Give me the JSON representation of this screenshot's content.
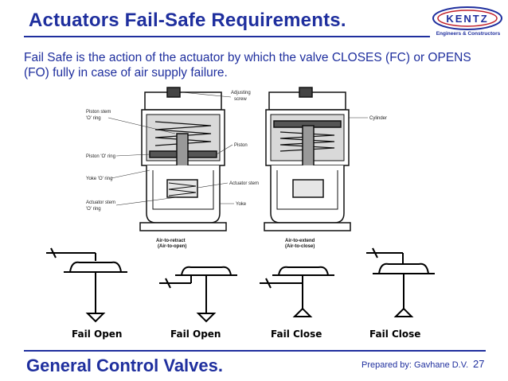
{
  "slide": {
    "title": "Actuators Fail-Safe Requirements.",
    "intro": "Fail Safe is the action of the actuator by which the valve CLOSES (FC) or OPENS (FO) fully in case of air supply failure.",
    "footer_title": "General Control Valves.",
    "prepared_by": "Prepared by: Gavhane D.V.",
    "page_number": "27"
  },
  "logo": {
    "brand": "KENTZ",
    "tagline": "Engineers & Constructors"
  },
  "figure": {
    "labels_left": {
      "piston_stem_o_ring_1": "Piston stem",
      "piston_stem_o_ring_2": "'O' ring",
      "piston_o_ring": "Piston 'O' ring",
      "yoke_o_ring": "Yoke 'O' ring",
      "actuator_stem_o_ring_1": "Actuator stem",
      "actuator_stem_o_ring_2": "'O' ring"
    },
    "labels_mid": {
      "adjusting_screw_1": "Adjusting",
      "adjusting_screw_2": "screw",
      "piston": "Piston",
      "actuator_stem": "Actuator stem",
      "yoke": "Yoke"
    },
    "labels_right": {
      "cylinder": "Cylinder"
    },
    "captions": {
      "left_1": "Air-to-retract",
      "left_2": "(Air-to-open)",
      "right_1": "Air-to-extend",
      "right_2": "(Air-to-close)"
    }
  },
  "schematics": {
    "labels": [
      "Fail Open",
      "Fail Open",
      "Fail Close",
      "Fail Close"
    ]
  }
}
